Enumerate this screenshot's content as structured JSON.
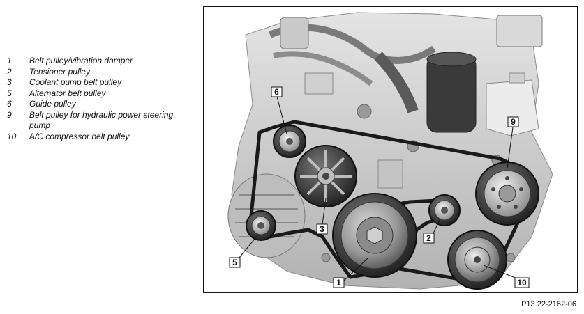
{
  "legend": [
    {
      "num": "1",
      "text": "Belt pulley/vibration damper"
    },
    {
      "num": "2",
      "text": "Tensioner pulley"
    },
    {
      "num": "3",
      "text": "Coolant pump belt pulley"
    },
    {
      "num": "5",
      "text": "Alternator belt pulley"
    },
    {
      "num": "6",
      "text": "Guide pulley"
    },
    {
      "num": "9",
      "text": "Belt pulley for hydraulic power steering pump"
    },
    {
      "num": "10",
      "text": "A/C compressor belt pulley"
    }
  ],
  "callouts": {
    "c1": "1",
    "c2": "2",
    "c3": "3",
    "c5": "5",
    "c6": "6",
    "c9": "9",
    "c10": "10"
  },
  "figure_code": "P13.22-2162-06"
}
